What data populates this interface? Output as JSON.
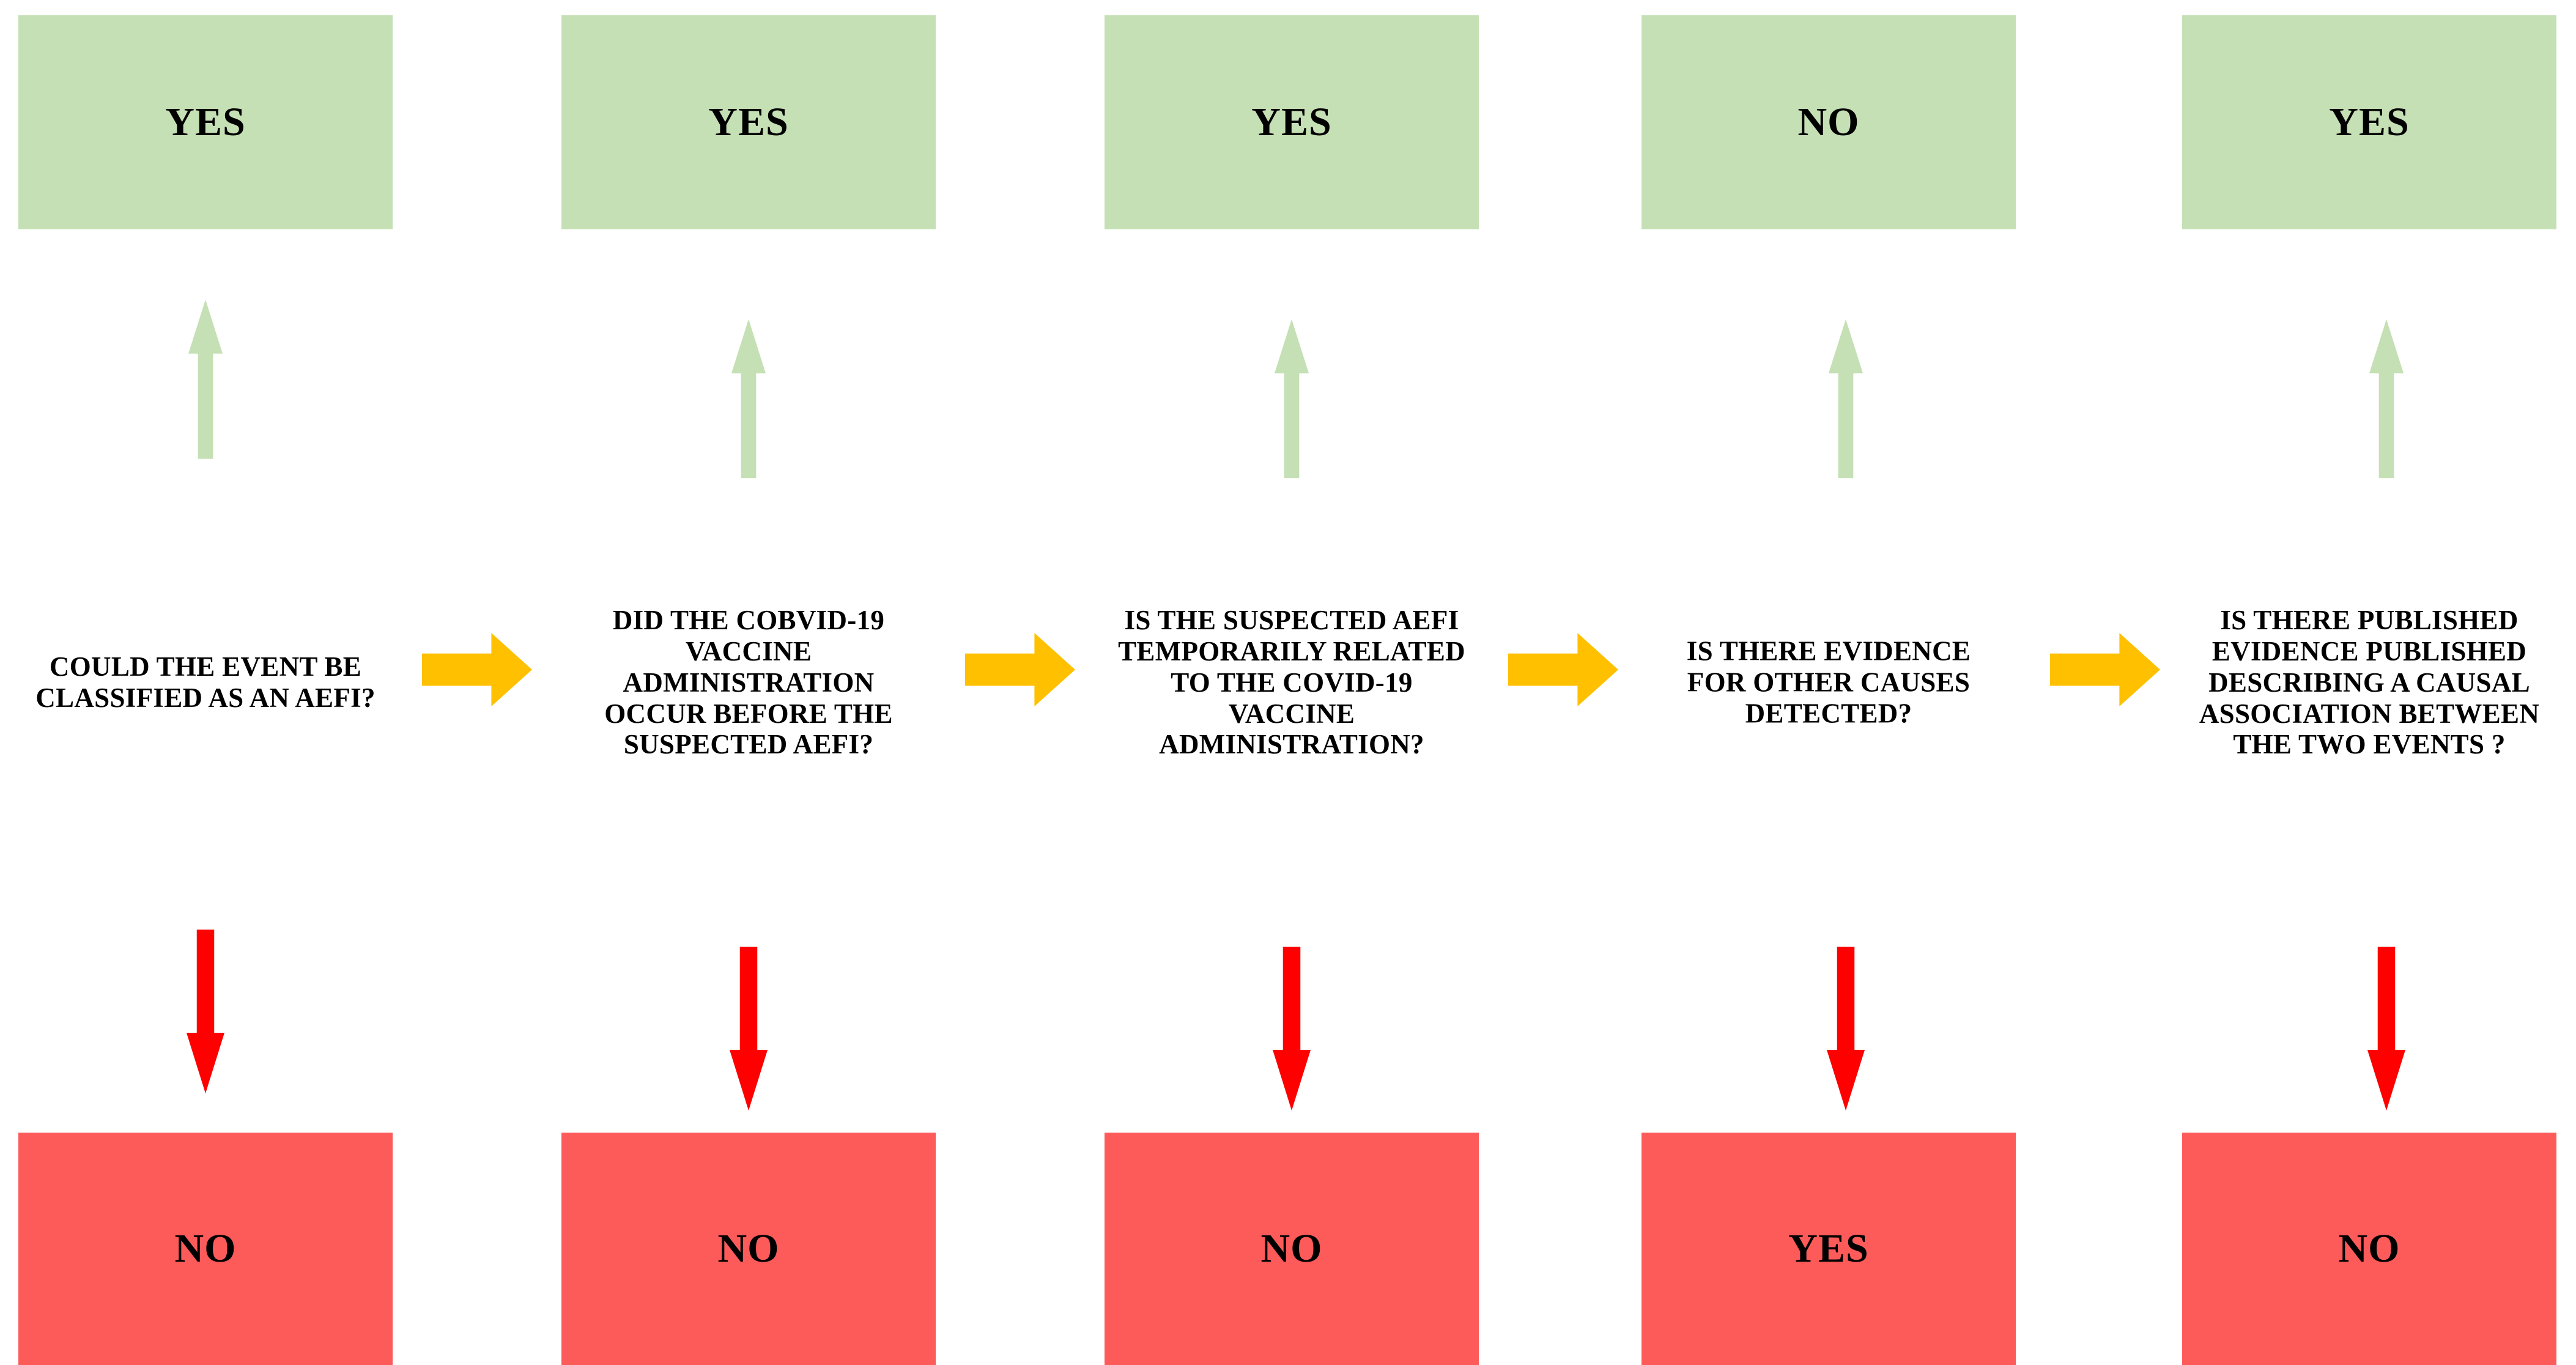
{
  "diagram": {
    "title": "AEFI causality assessment flow",
    "palette": {
      "green_box": "#c5e0b4",
      "red_box": "#fd5a5a",
      "green_arrow": "#c5e0b4",
      "red_arrow": "#ff0000",
      "orange_arrow": "#ffc000",
      "text": "#000000",
      "background": "#ffffff"
    },
    "steps": [
      {
        "id": "step-1",
        "yes_label": "YES",
        "question": "COULD THE EVENT BE CLASSIFIED AS AN AEFI?",
        "no_label": "NO",
        "top_outcome": "YES",
        "bottom_outcome": "NO"
      },
      {
        "id": "step-2",
        "yes_label": "YES",
        "question": "DID THE COBVID-19 VACCINE ADMINISTRATION OCCUR BEFORE THE SUSPECTED AEFI?",
        "no_label": "NO",
        "top_outcome": "YES",
        "bottom_outcome": "NO"
      },
      {
        "id": "step-3",
        "yes_label": "YES",
        "question": "IS THE SUSPECTED AEFI TEMPORARILY RELATED TO THE COVID-19 VACCINE ADMINISTRATION?",
        "no_label": "NO",
        "top_outcome": "YES",
        "bottom_outcome": "NO"
      },
      {
        "id": "step-4",
        "yes_label": "YES",
        "question": "IS THERE EVIDENCE FOR OTHER CAUSES DETECTED?",
        "no_label": "NO",
        "top_outcome": "NO",
        "bottom_outcome": "YES"
      },
      {
        "id": "step-5",
        "yes_label": "YES",
        "question": "IS THERE PUBLISHED EVIDENCE PUBLISHED DESCRIBING A CAUSAL ASSOCIATION BETWEEN THE TWO EVENTS ?",
        "no_label": "NO",
        "top_outcome": "YES",
        "bottom_outcome": "NO"
      }
    ],
    "connectors": {
      "up_arrow_icon": "arrow-up-icon",
      "down_arrow_icon": "arrow-down-icon",
      "right_arrow_icon": "arrow-right-icon",
      "right_arrow_count": 4
    }
  }
}
